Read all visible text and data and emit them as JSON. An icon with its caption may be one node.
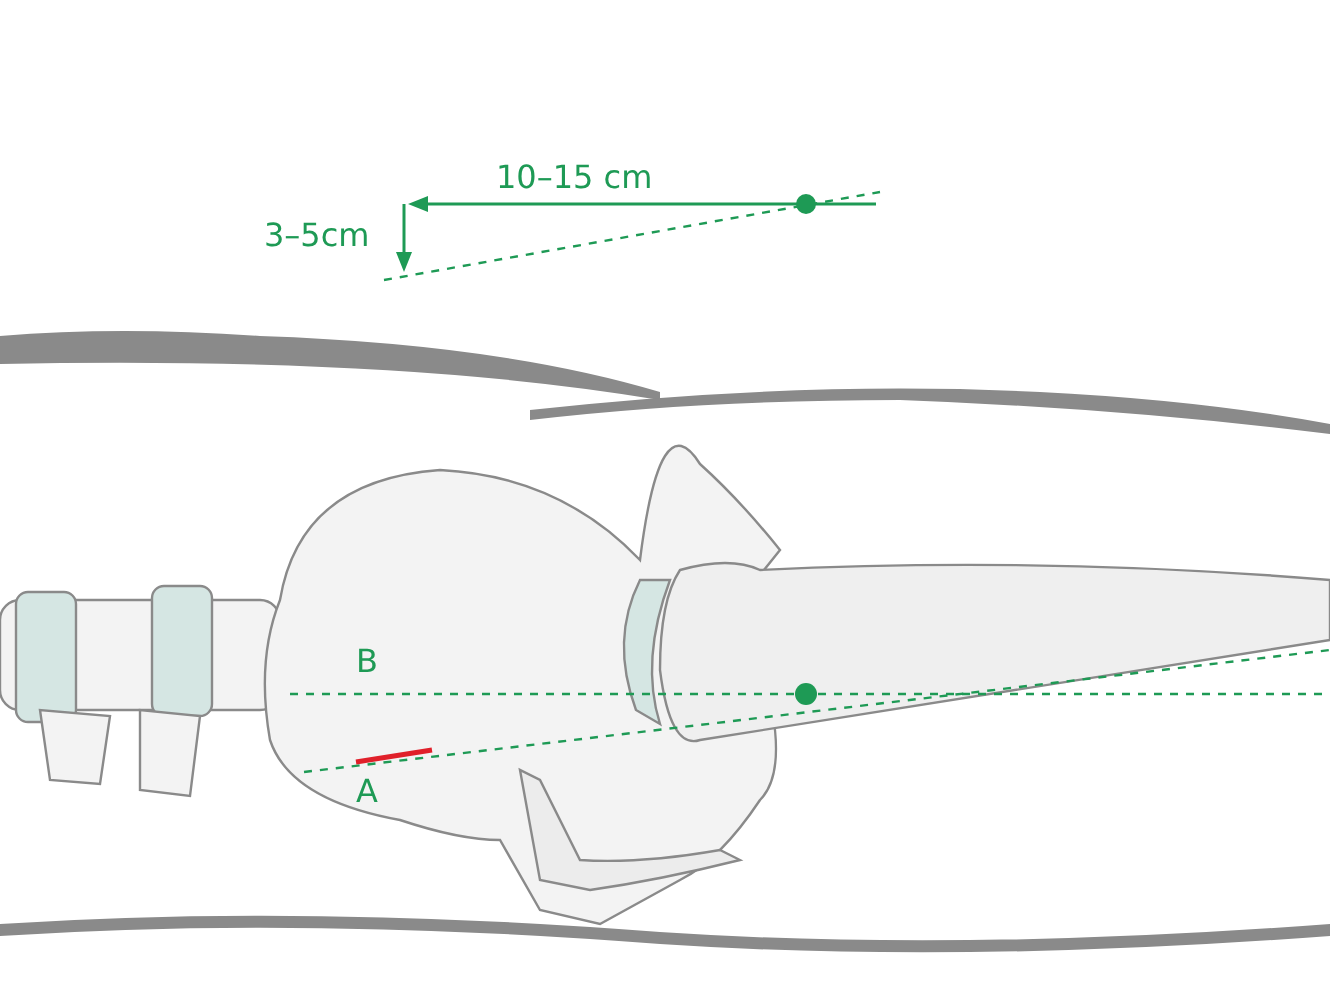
{
  "diagram": {
    "labels": [
      "10–15 cm",
      "3–5cm",
      "B",
      "A"
    ]
  }
}
